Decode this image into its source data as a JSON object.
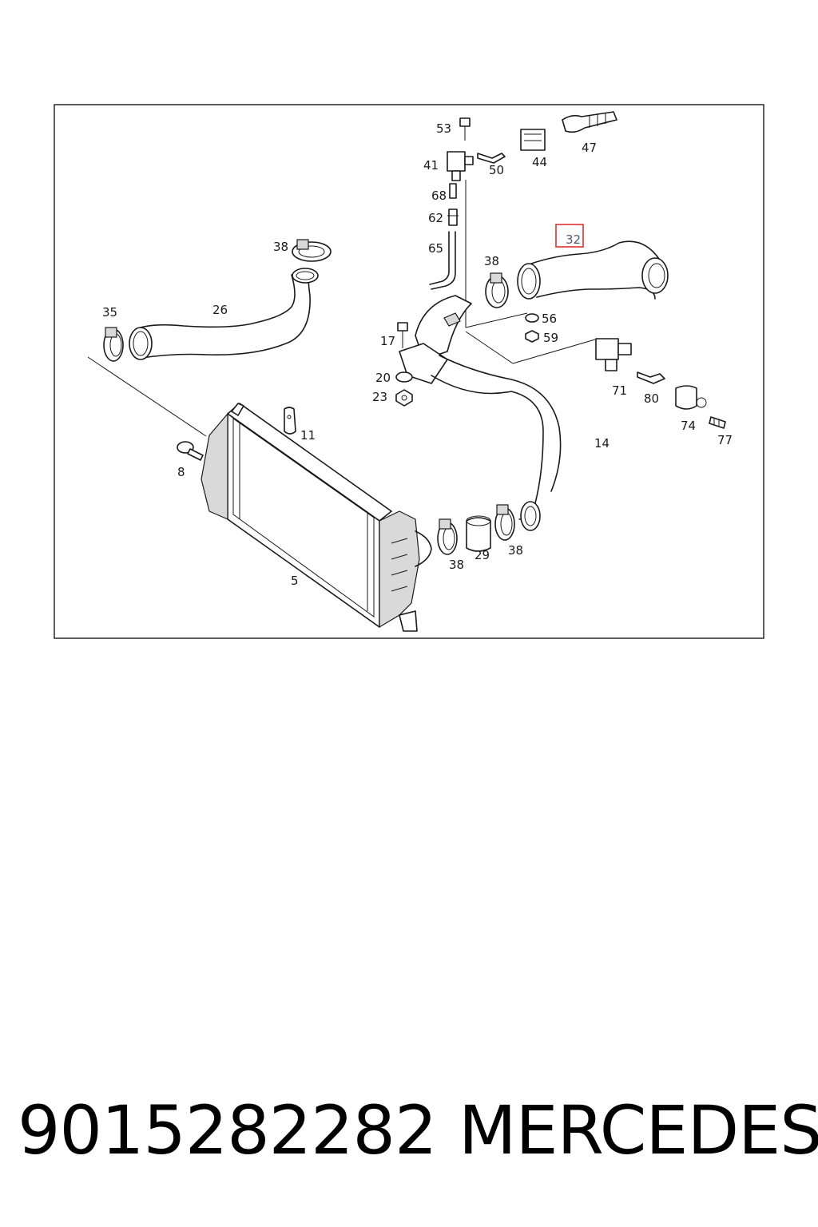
{
  "diagram": {
    "highlight_color": "#e03030",
    "highlighted_callout": "32",
    "callouts": {
      "c53": "53",
      "c41": "41",
      "c50": "50",
      "c44": "44",
      "c47": "47",
      "c68": "68",
      "c62": "62",
      "c65": "65",
      "c32": "32",
      "c38a": "38",
      "c38b": "38",
      "c38c": "38",
      "c38d": "38",
      "c35": "35",
      "c26": "26",
      "c56": "56",
      "c59": "59",
      "c17": "17",
      "c71": "71",
      "c80": "80",
      "c20": "20",
      "c23": "23",
      "c74": "74",
      "c77": "77",
      "c11": "11",
      "c14": "14",
      "c8": "8",
      "c29": "29",
      "c5": "5"
    }
  },
  "footer": {
    "part_number": "9015282282",
    "brand": "MERCEDES"
  }
}
